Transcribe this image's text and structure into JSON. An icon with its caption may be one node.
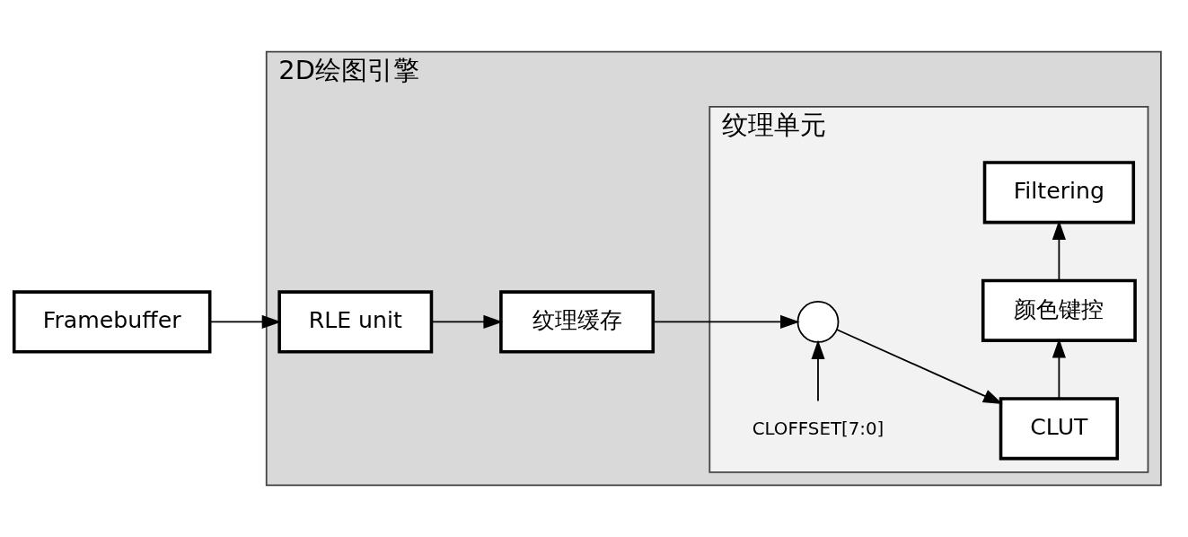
{
  "diagram": {
    "nodes": [
      {
        "text": [
          "2D绘图引擎"
        ]
      },
      {
        "text": [
          "Framebuffer"
        ]
      },
      {
        "text": [
          "RLE unit"
        ],
        "in": 0
      },
      {
        "text": [
          "纹理缓存"
        ],
        "in": 0
      },
      {
        "text": [
          "纹理单元"
        ],
        "in": 0
      },
      {
        "text": [
          "CLOFFSET[7:0]"
        ],
        "in": 4
      },
      {
        "text": [],
        "shape": "circle",
        "in": 4
      },
      {
        "text": [
          "CLUT"
        ],
        "in": 4
      },
      {
        "text": [
          "颜色键控"
        ],
        "in": 4
      },
      {
        "text": [
          "Filtering"
        ],
        "in": 4
      }
    ],
    "edges": [
      {
        "from": 1,
        "to": 2,
        "arrow": "to"
      },
      {
        "from": 2,
        "to": 3,
        "arrow": "to"
      },
      {
        "from": 3,
        "to": 6,
        "arrow": "to"
      },
      {
        "from": 5,
        "to": 6,
        "arrow": "to"
      },
      {
        "from": 6,
        "to": 7,
        "arrow": "to"
      },
      {
        "from": 7,
        "to": 8,
        "arrow": "to"
      },
      {
        "from": 8,
        "to": 9,
        "arrow": "to"
      }
    ]
  }
}
